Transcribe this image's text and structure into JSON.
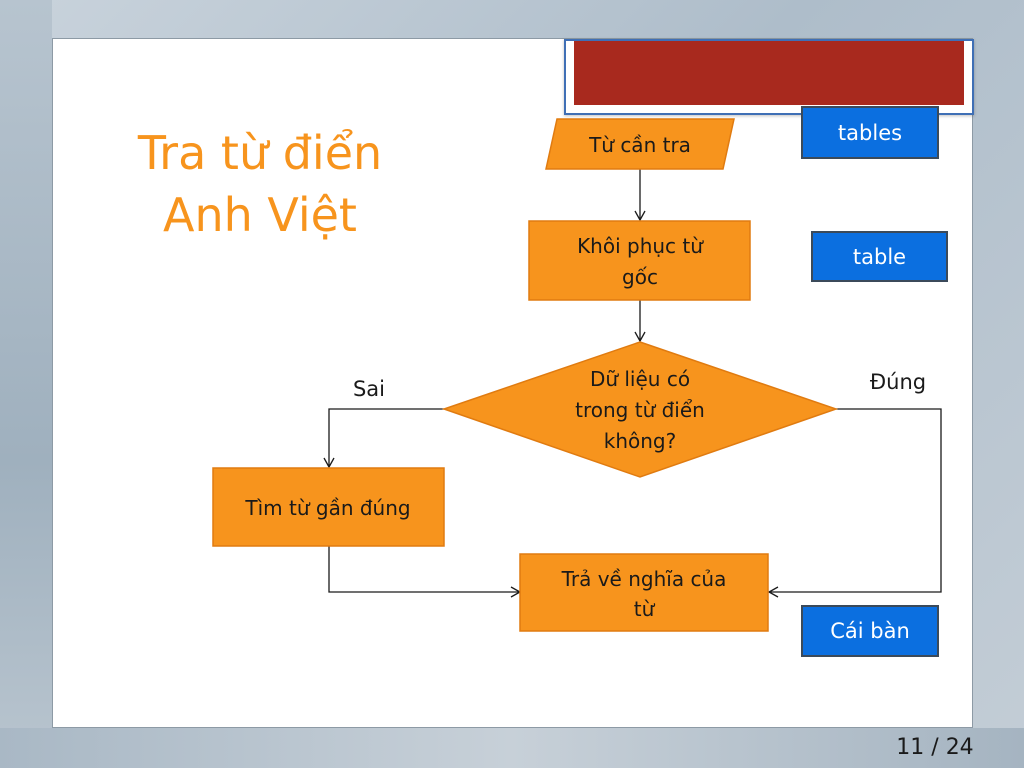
{
  "slide": {
    "title_line1": "Tra từ điển",
    "title_line2": "Anh Việt",
    "page_number": "11 / 24",
    "colors": {
      "title": "#f7941d",
      "node_fill": "#f7941d",
      "node_stroke": "#e07b10",
      "tag_fill": "#0b6fe0",
      "banner": "#a8291e"
    }
  },
  "flowchart": {
    "input": "Từ cần tra",
    "stem": {
      "line1": "Khôi phục từ",
      "line2": "gốc"
    },
    "decision": {
      "line1": "Dữ liệu có",
      "line2": "trong từ điển",
      "line3": "không?"
    },
    "fuzzy": "Tìm từ gần đúng",
    "output": {
      "line1": "Trả về nghĩa của",
      "line2": "từ"
    },
    "label_false": "Sai",
    "label_true": "Đúng"
  },
  "tags": {
    "tables": "tables",
    "table": "table",
    "cai_ban": "Cái bàn"
  }
}
